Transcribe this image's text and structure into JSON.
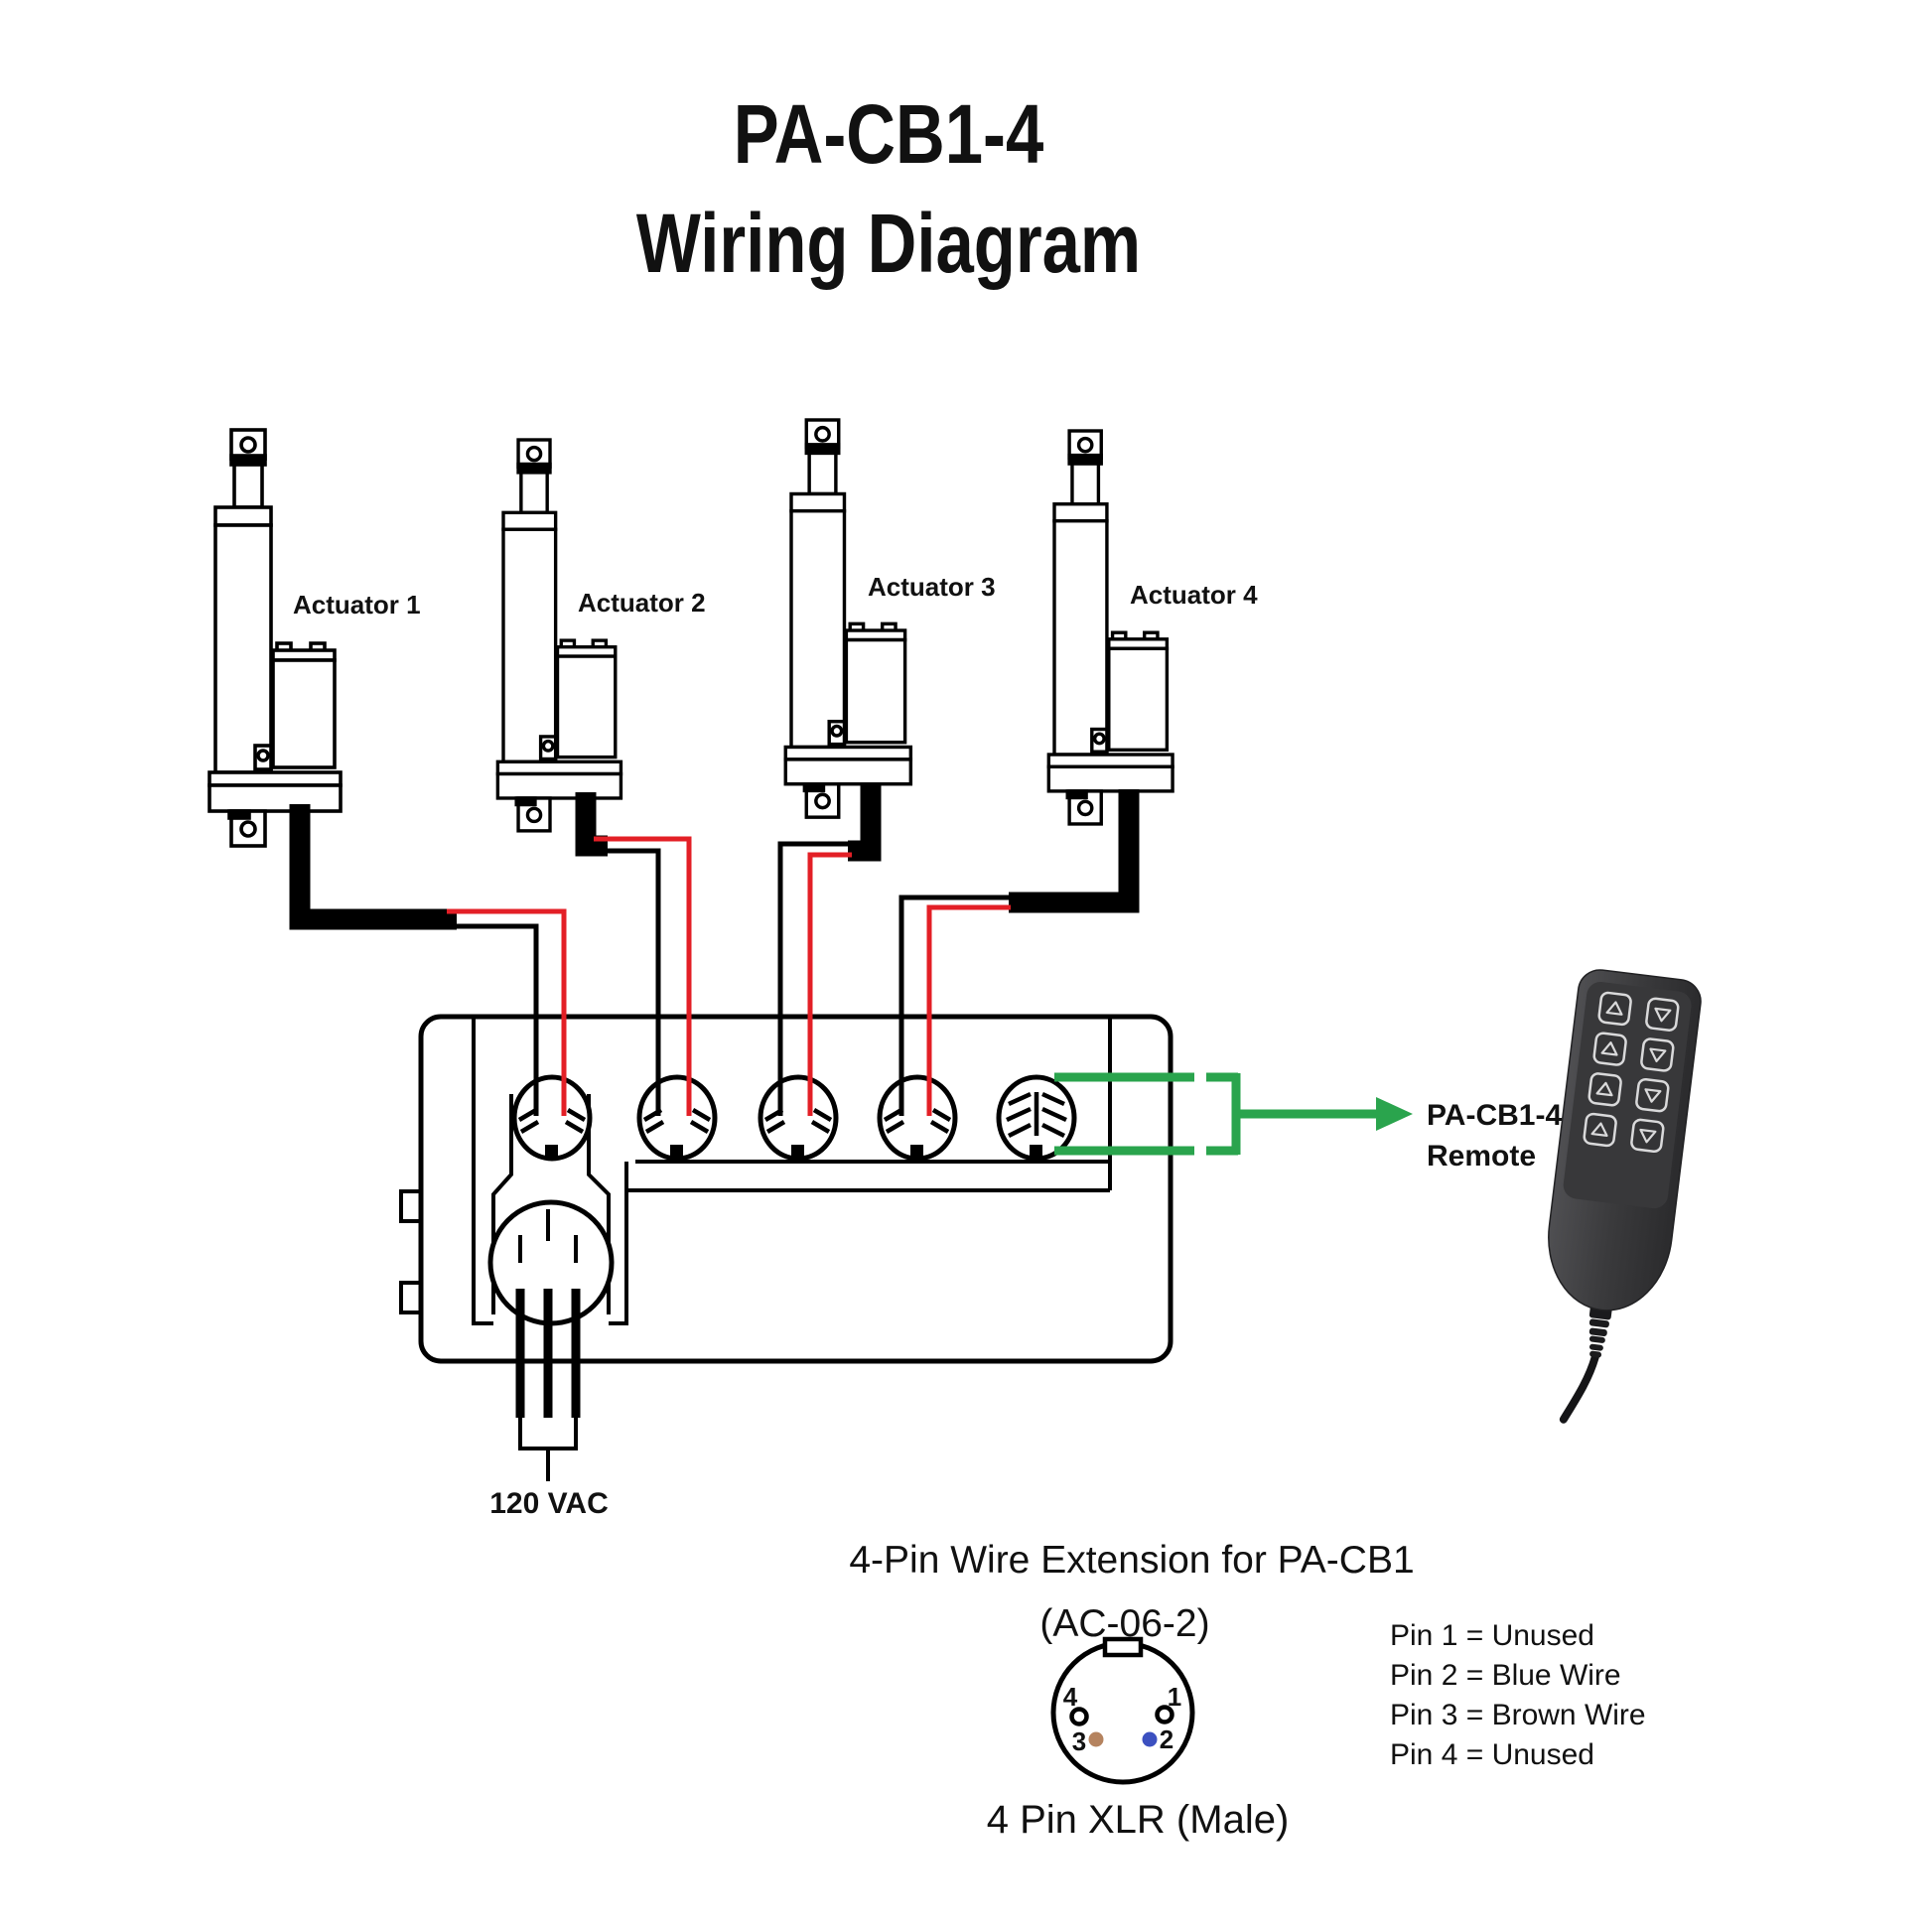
{
  "title": {
    "line1": "PA-CB1-4",
    "line2": "Wiring Diagram"
  },
  "actuators": [
    {
      "label": "Actuator 1"
    },
    {
      "label": "Actuator 2"
    },
    {
      "label": "Actuator 3"
    },
    {
      "label": "Actuator 4"
    }
  ],
  "control_box": {
    "power_label": "120 VAC"
  },
  "remote_callout": {
    "line1": "PA-CB1-4",
    "line2": "Remote"
  },
  "extension": {
    "title": "4-Pin Wire Extension for PA-CB1",
    "subtitle": "(AC-06-2)",
    "caption": "4 Pin XLR (Male)",
    "pins": [
      {
        "number": "1",
        "assignment": "Pin 1 = Unused"
      },
      {
        "number": "2",
        "assignment": "Pin 2 = Blue Wire"
      },
      {
        "number": "3",
        "assignment": "Pin 3 = Brown Wire"
      },
      {
        "number": "4",
        "assignment": "Pin 4 = Unused"
      }
    ]
  },
  "colors": {
    "wire_red": "#e31f26",
    "wire_black": "#000000",
    "green": "#2aa44d",
    "pin_blue": "#3c50c0",
    "pin_brown": "#b5835f"
  }
}
